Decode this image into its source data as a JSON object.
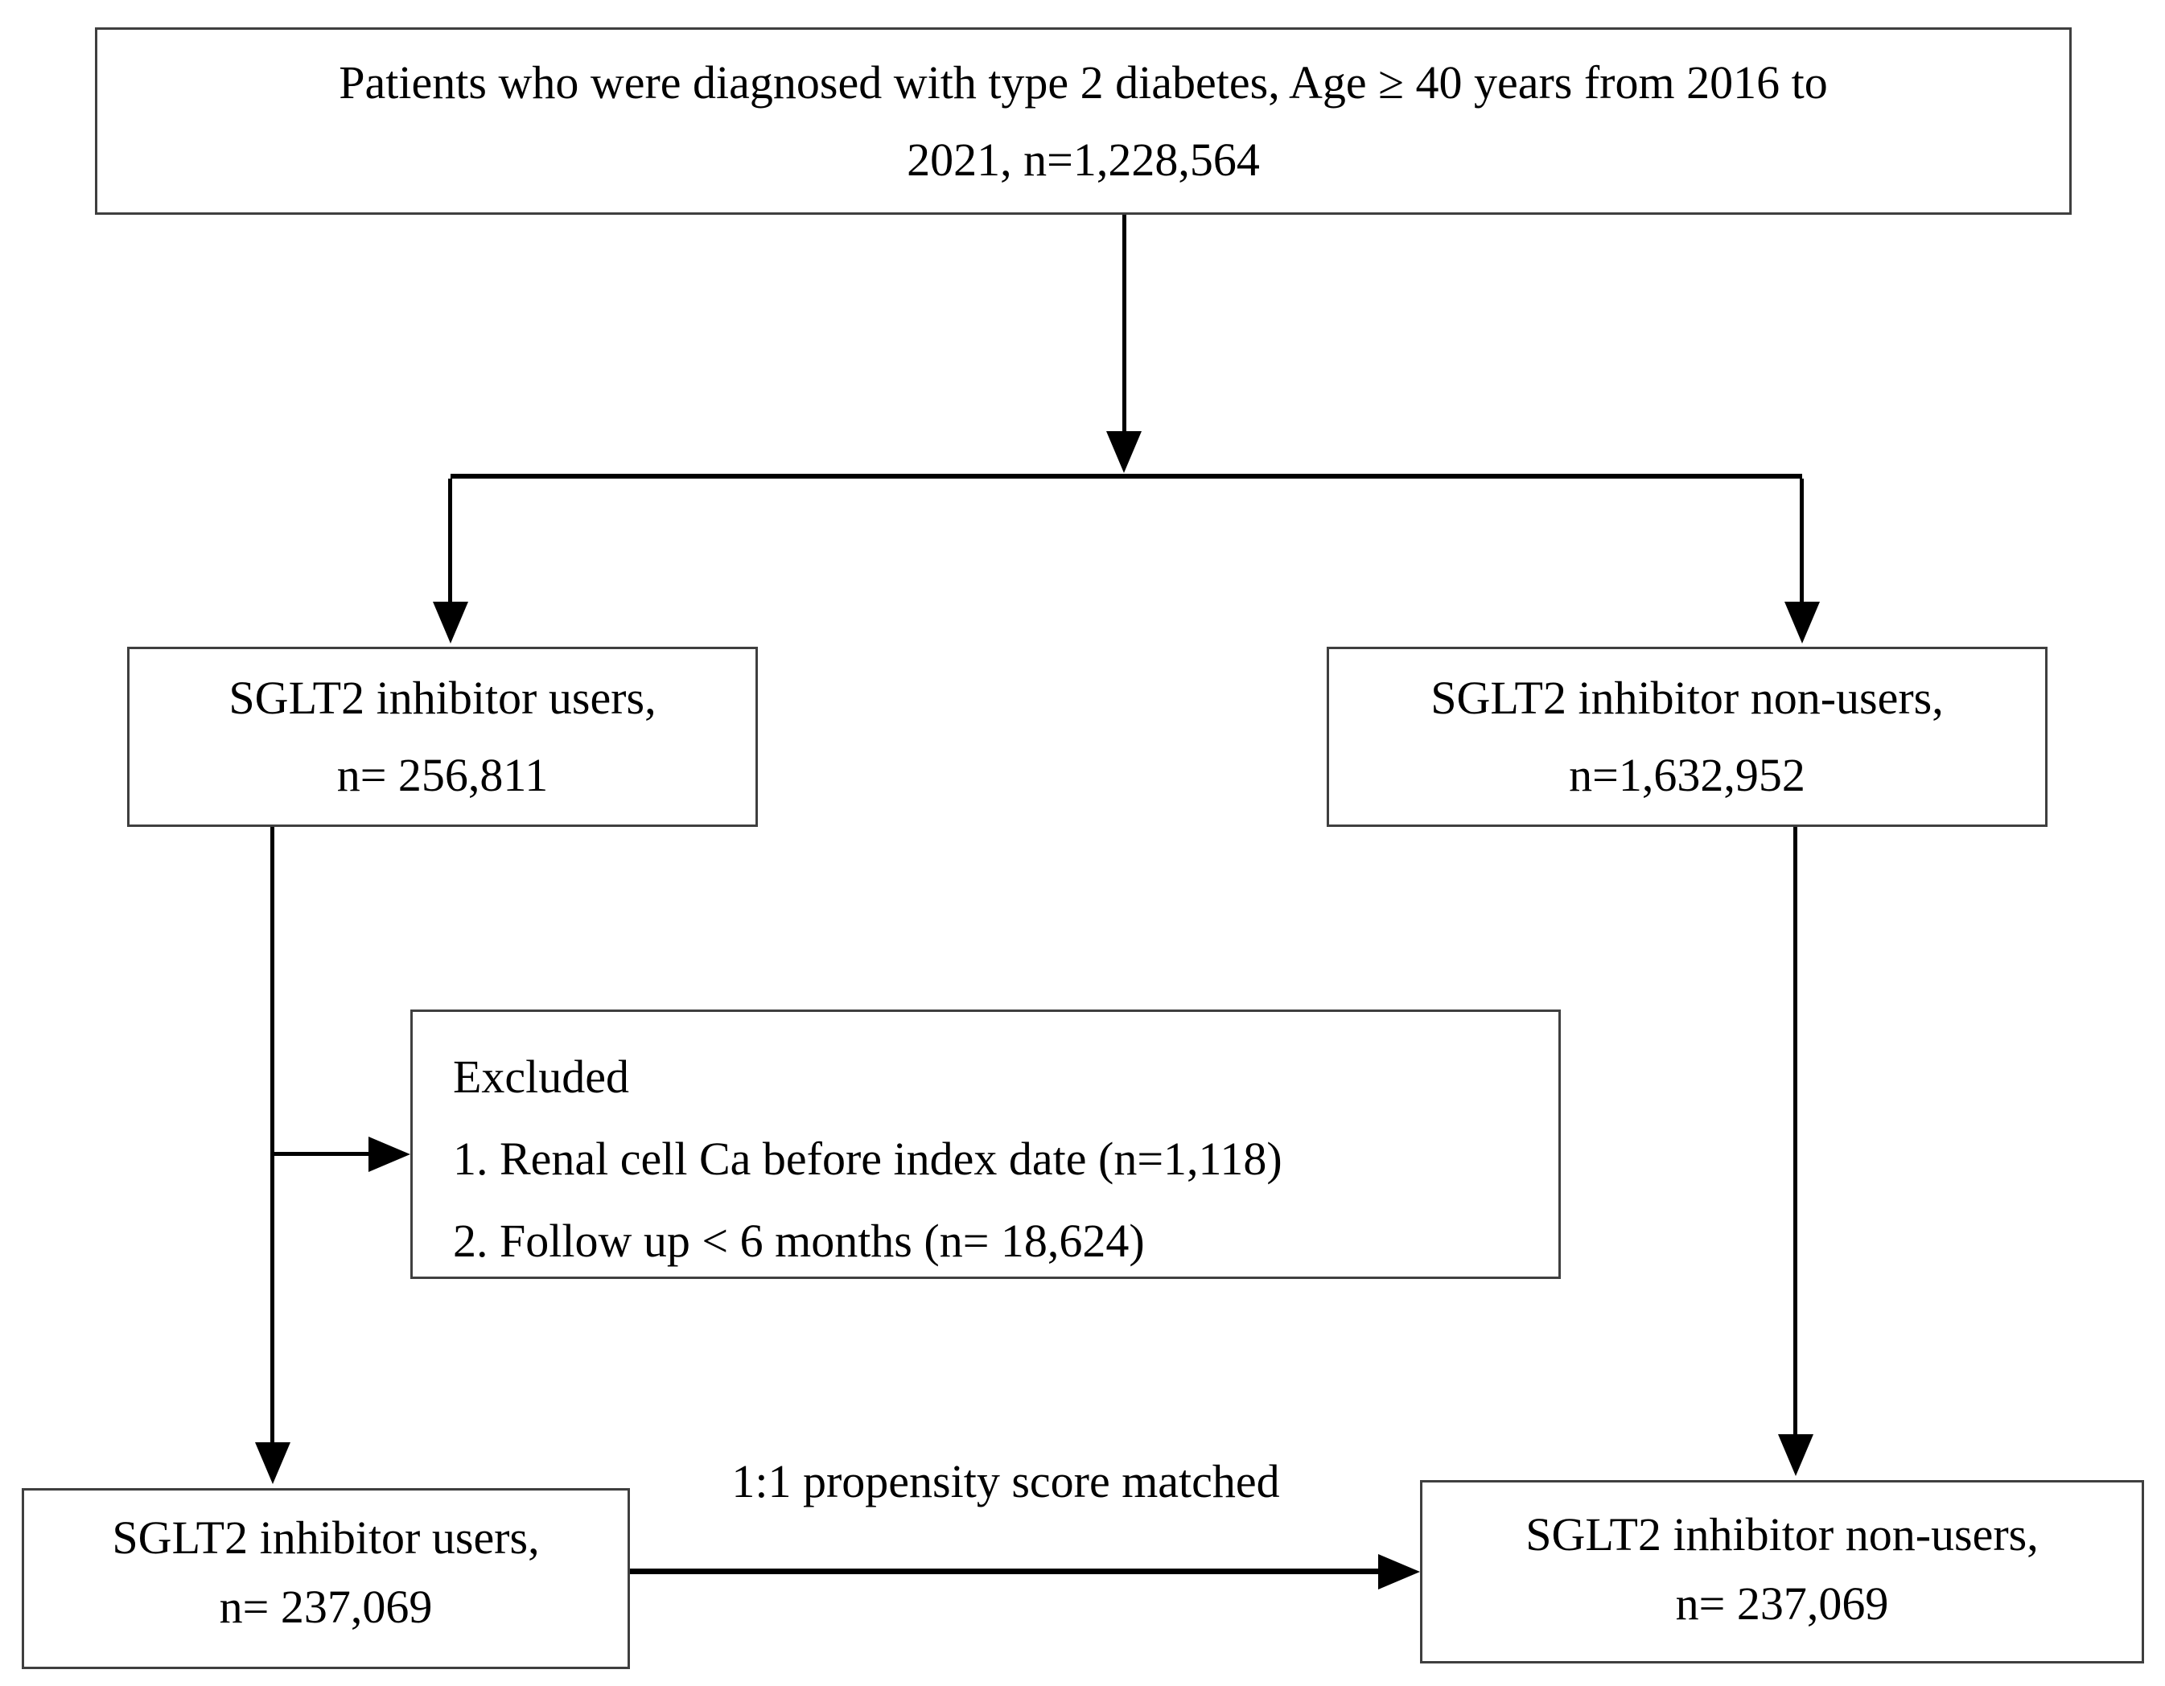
{
  "diagram": {
    "top_box": {
      "line1": "Patients who were diagnosed with type 2 diabetes, Age ≥ 40 years from 2016 to",
      "line2": "2021, n=1,228,564"
    },
    "users_box": {
      "label": "SGLT2 inhibitor users,",
      "count": "n= 256,811"
    },
    "nonusers_box": {
      "label": "SGLT2 inhibitor non-users,",
      "count": "n=1,632,952"
    },
    "excluded_box": {
      "title": "Excluded",
      "item1": "1. Renal cell Ca before index date (n=1,118)",
      "item2": "2. Follow up < 6 months (n= 18,624)"
    },
    "match_label": "1:1 propensity score matched",
    "matched_users_box": {
      "label": "SGLT2 inhibitor users,",
      "count": "n= 237,069"
    },
    "matched_nonusers_box": {
      "label": "SGLT2 inhibitor non-users,",
      "count": "n= 237,069"
    },
    "colors": {
      "box_border": "#3f3f3f",
      "line": "#000000",
      "text": "#000000",
      "background": "#ffffff"
    }
  }
}
